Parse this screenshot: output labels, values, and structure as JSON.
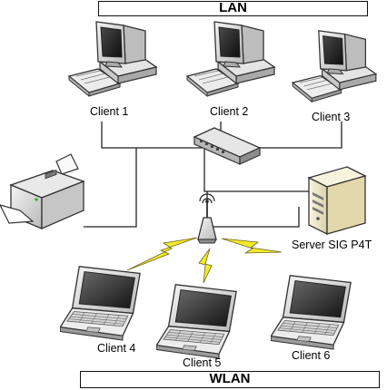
{
  "lan_label": "LAN",
  "wlan_label": "WLAN",
  "clients": {
    "client1": "Client 1",
    "client2": "Client 2",
    "client3": "Client 3",
    "client4": "Client 4",
    "client5": "Client 5",
    "client6": "Client 6"
  },
  "server_label": "Server SIG P4T",
  "colors": {
    "line": "#222222",
    "device_body": "#e6e6e6",
    "device_dark": "#9a9a9a",
    "screen": "#2a2a2a",
    "wireless_bolt": "#f2ea2a",
    "server_body": "#f3eccf"
  },
  "icons": [
    "desktop-computer-icon",
    "network-switch-icon",
    "printer-icon",
    "server-icon",
    "wireless-access-point-icon",
    "laptop-icon",
    "wireless-signal-icon"
  ]
}
